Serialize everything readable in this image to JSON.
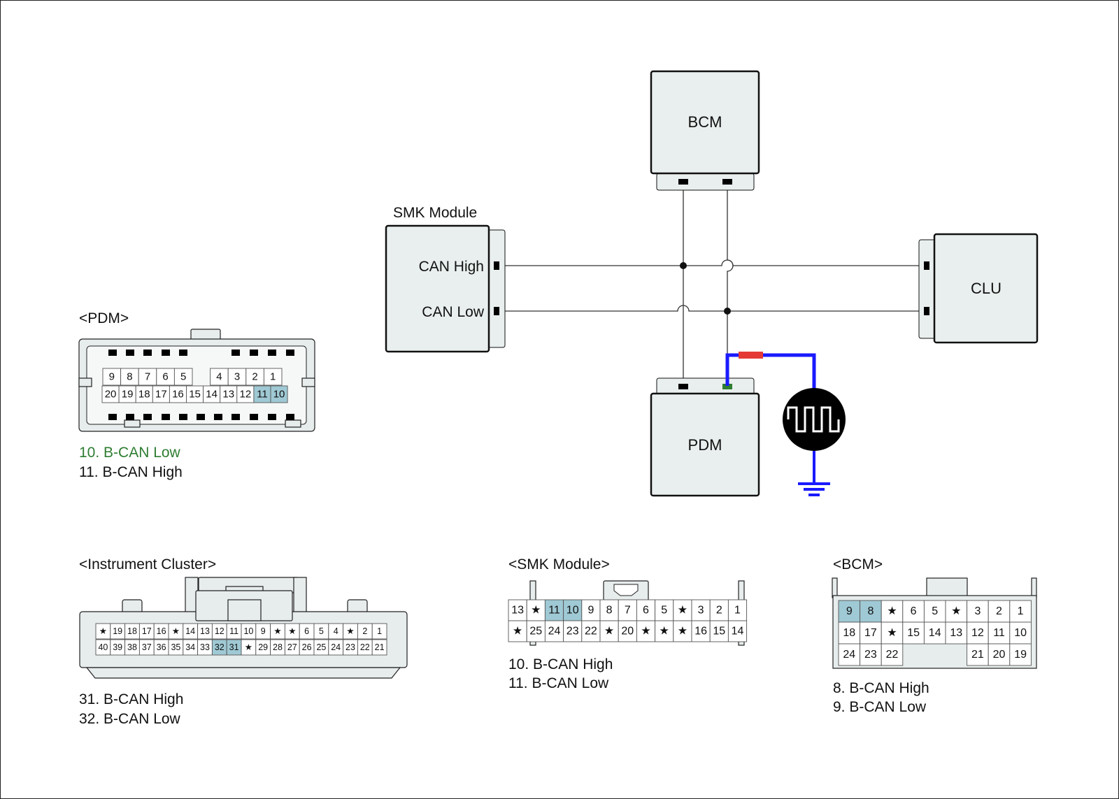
{
  "modules": {
    "bcm": "BCM",
    "smk_title": "SMK Module",
    "smk_can_high": "CAN High",
    "smk_can_low": "CAN Low",
    "clu": "CLU",
    "pdm": "PDM"
  },
  "connectors": {
    "pdm": {
      "title": "<PDM>",
      "row1": [
        "9",
        "8",
        "7",
        "6",
        "5",
        "",
        "4",
        "3",
        "2",
        "1"
      ],
      "row2": [
        "20",
        "19",
        "18",
        "17",
        "16",
        "15",
        "14",
        "13",
        "12",
        "11",
        "10"
      ],
      "highlight": [
        "11",
        "10"
      ],
      "legend": [
        "10. B-CAN Low",
        "11. B-CAN High"
      ],
      "legend_highlight_color": "#2e7d32"
    },
    "cluster": {
      "title": "<Instrument Cluster>",
      "row1": [
        "★",
        "19",
        "18",
        "17",
        "16",
        "★",
        "14",
        "13",
        "12",
        "11",
        "10",
        "9",
        "★",
        "★",
        "6",
        "5",
        "4",
        "★",
        "2",
        "1"
      ],
      "row2": [
        "40",
        "39",
        "38",
        "37",
        "36",
        "35",
        "34",
        "33",
        "32",
        "31",
        "★",
        "29",
        "28",
        "27",
        "26",
        "25",
        "24",
        "23",
        "22",
        "21"
      ],
      "highlight": [
        "32",
        "31"
      ],
      "legend": [
        "31. B-CAN High",
        "32. B-CAN Low"
      ]
    },
    "smk": {
      "title": "<SMK Module>",
      "row1": [
        "13",
        "★",
        "11",
        "10",
        "9",
        "8",
        "7",
        "6",
        "5",
        "★",
        "3",
        "2",
        "1"
      ],
      "row2": [
        "★",
        "25",
        "24",
        "23",
        "22",
        "★",
        "20",
        "★",
        "★",
        "★",
        "16",
        "15",
        "14"
      ],
      "highlight": [
        "11",
        "10"
      ],
      "legend": [
        "10. B-CAN High",
        "11. B-CAN Low"
      ]
    },
    "bcm": {
      "title": "<BCM>",
      "row1": [
        "9",
        "8",
        "★",
        "6",
        "5",
        "★",
        "3",
        "2",
        "1"
      ],
      "row2": [
        "18",
        "17",
        "★",
        "15",
        "14",
        "13",
        "12",
        "11",
        "10"
      ],
      "row3": [
        "24",
        "23",
        "22",
        "21",
        "20",
        "19"
      ],
      "highlight": [
        "9",
        "8"
      ],
      "legend": [
        "8. B-CAN High",
        "9. B-CAN Low"
      ]
    }
  },
  "colors": {
    "module_fill": "#e9efee",
    "pin_highlight": "#9fc9d4",
    "probe_wire": "#1a1aff",
    "probe_tip": "#e53935",
    "probe_contact": "#2e7d32"
  },
  "icons": {
    "oscilloscope": "square-wave-icon",
    "ground": "ground-icon"
  }
}
